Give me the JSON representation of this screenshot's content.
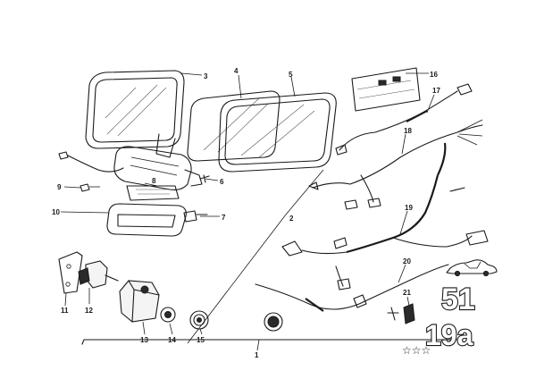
{
  "callouts": {
    "n1": "1",
    "n2": "2",
    "n3": "3",
    "n4": "4",
    "n5": "5",
    "n6": "6",
    "n7": "7",
    "n8": "8",
    "n9": "9",
    "n10": "10",
    "n11": "11",
    "n12": "12",
    "n13": "13",
    "n14": "14",
    "n15": "15",
    "n16": "16",
    "n17": "17",
    "n18": "18",
    "n19": "19",
    "n20": "20",
    "n21": "21"
  },
  "group_code": {
    "top": "51",
    "bottom": "19a"
  },
  "stars": "☆☆☆",
  "icons": {
    "vehicle": "bmw-coupe-silhouette-icon"
  }
}
